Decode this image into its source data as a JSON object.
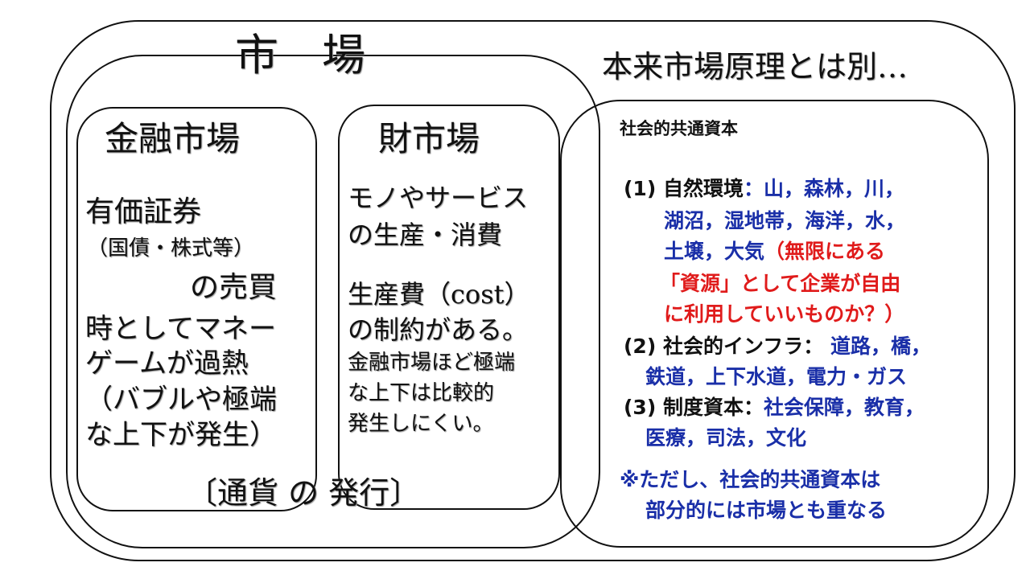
{
  "market": {
    "title": "市　場",
    "currency_issue": "〔通貨 の 発行〕",
    "financial": {
      "title": "金融市場",
      "lines": [
        "有価証券",
        "（国債・株式等）",
        "の売買",
        "時としてマネー",
        "ゲームが過熱",
        "（バブルや極端",
        "な上下が発生）"
      ]
    },
    "goods": {
      "title": "財市場",
      "lines": [
        "モノやサービス",
        "の生産・消費",
        "生産費（cost）",
        "の制約がある。"
      ],
      "small_lines": [
        "金融市場ほど極端",
        "な上下は比較的",
        "発生しにくい。"
      ]
    }
  },
  "outside_label": "本来市場原理とは別…",
  "social": {
    "title": "社会的共通資本",
    "item1": {
      "label": "(1) 自然環境",
      "sep": "：",
      "l1": "山，森林，川，",
      "l2": "湖沼，湿地帯，海洋，水，",
      "l3a": "土壌，大気",
      "l3b": "（無限にある",
      "l4": "「資源」として企業が自由",
      "l5": "に利用していいものか？）"
    },
    "item2": {
      "label": "(2) 社会的インフラ",
      "sep": "：",
      "l1": "道路，橋，",
      "l2": "鉄道，上下水道，電力・ガス"
    },
    "item3": {
      "label": "(3) 制度資本",
      "sep": "：",
      "l1": "社会保障，教育，",
      "l2": "医療，司法，文化"
    },
    "note": [
      "※ただし、社会的共通資本は",
      "部分的には市場とも重なる"
    ]
  },
  "colors": {
    "blue": "#1a2fa8",
    "red": "#e01b1b"
  }
}
